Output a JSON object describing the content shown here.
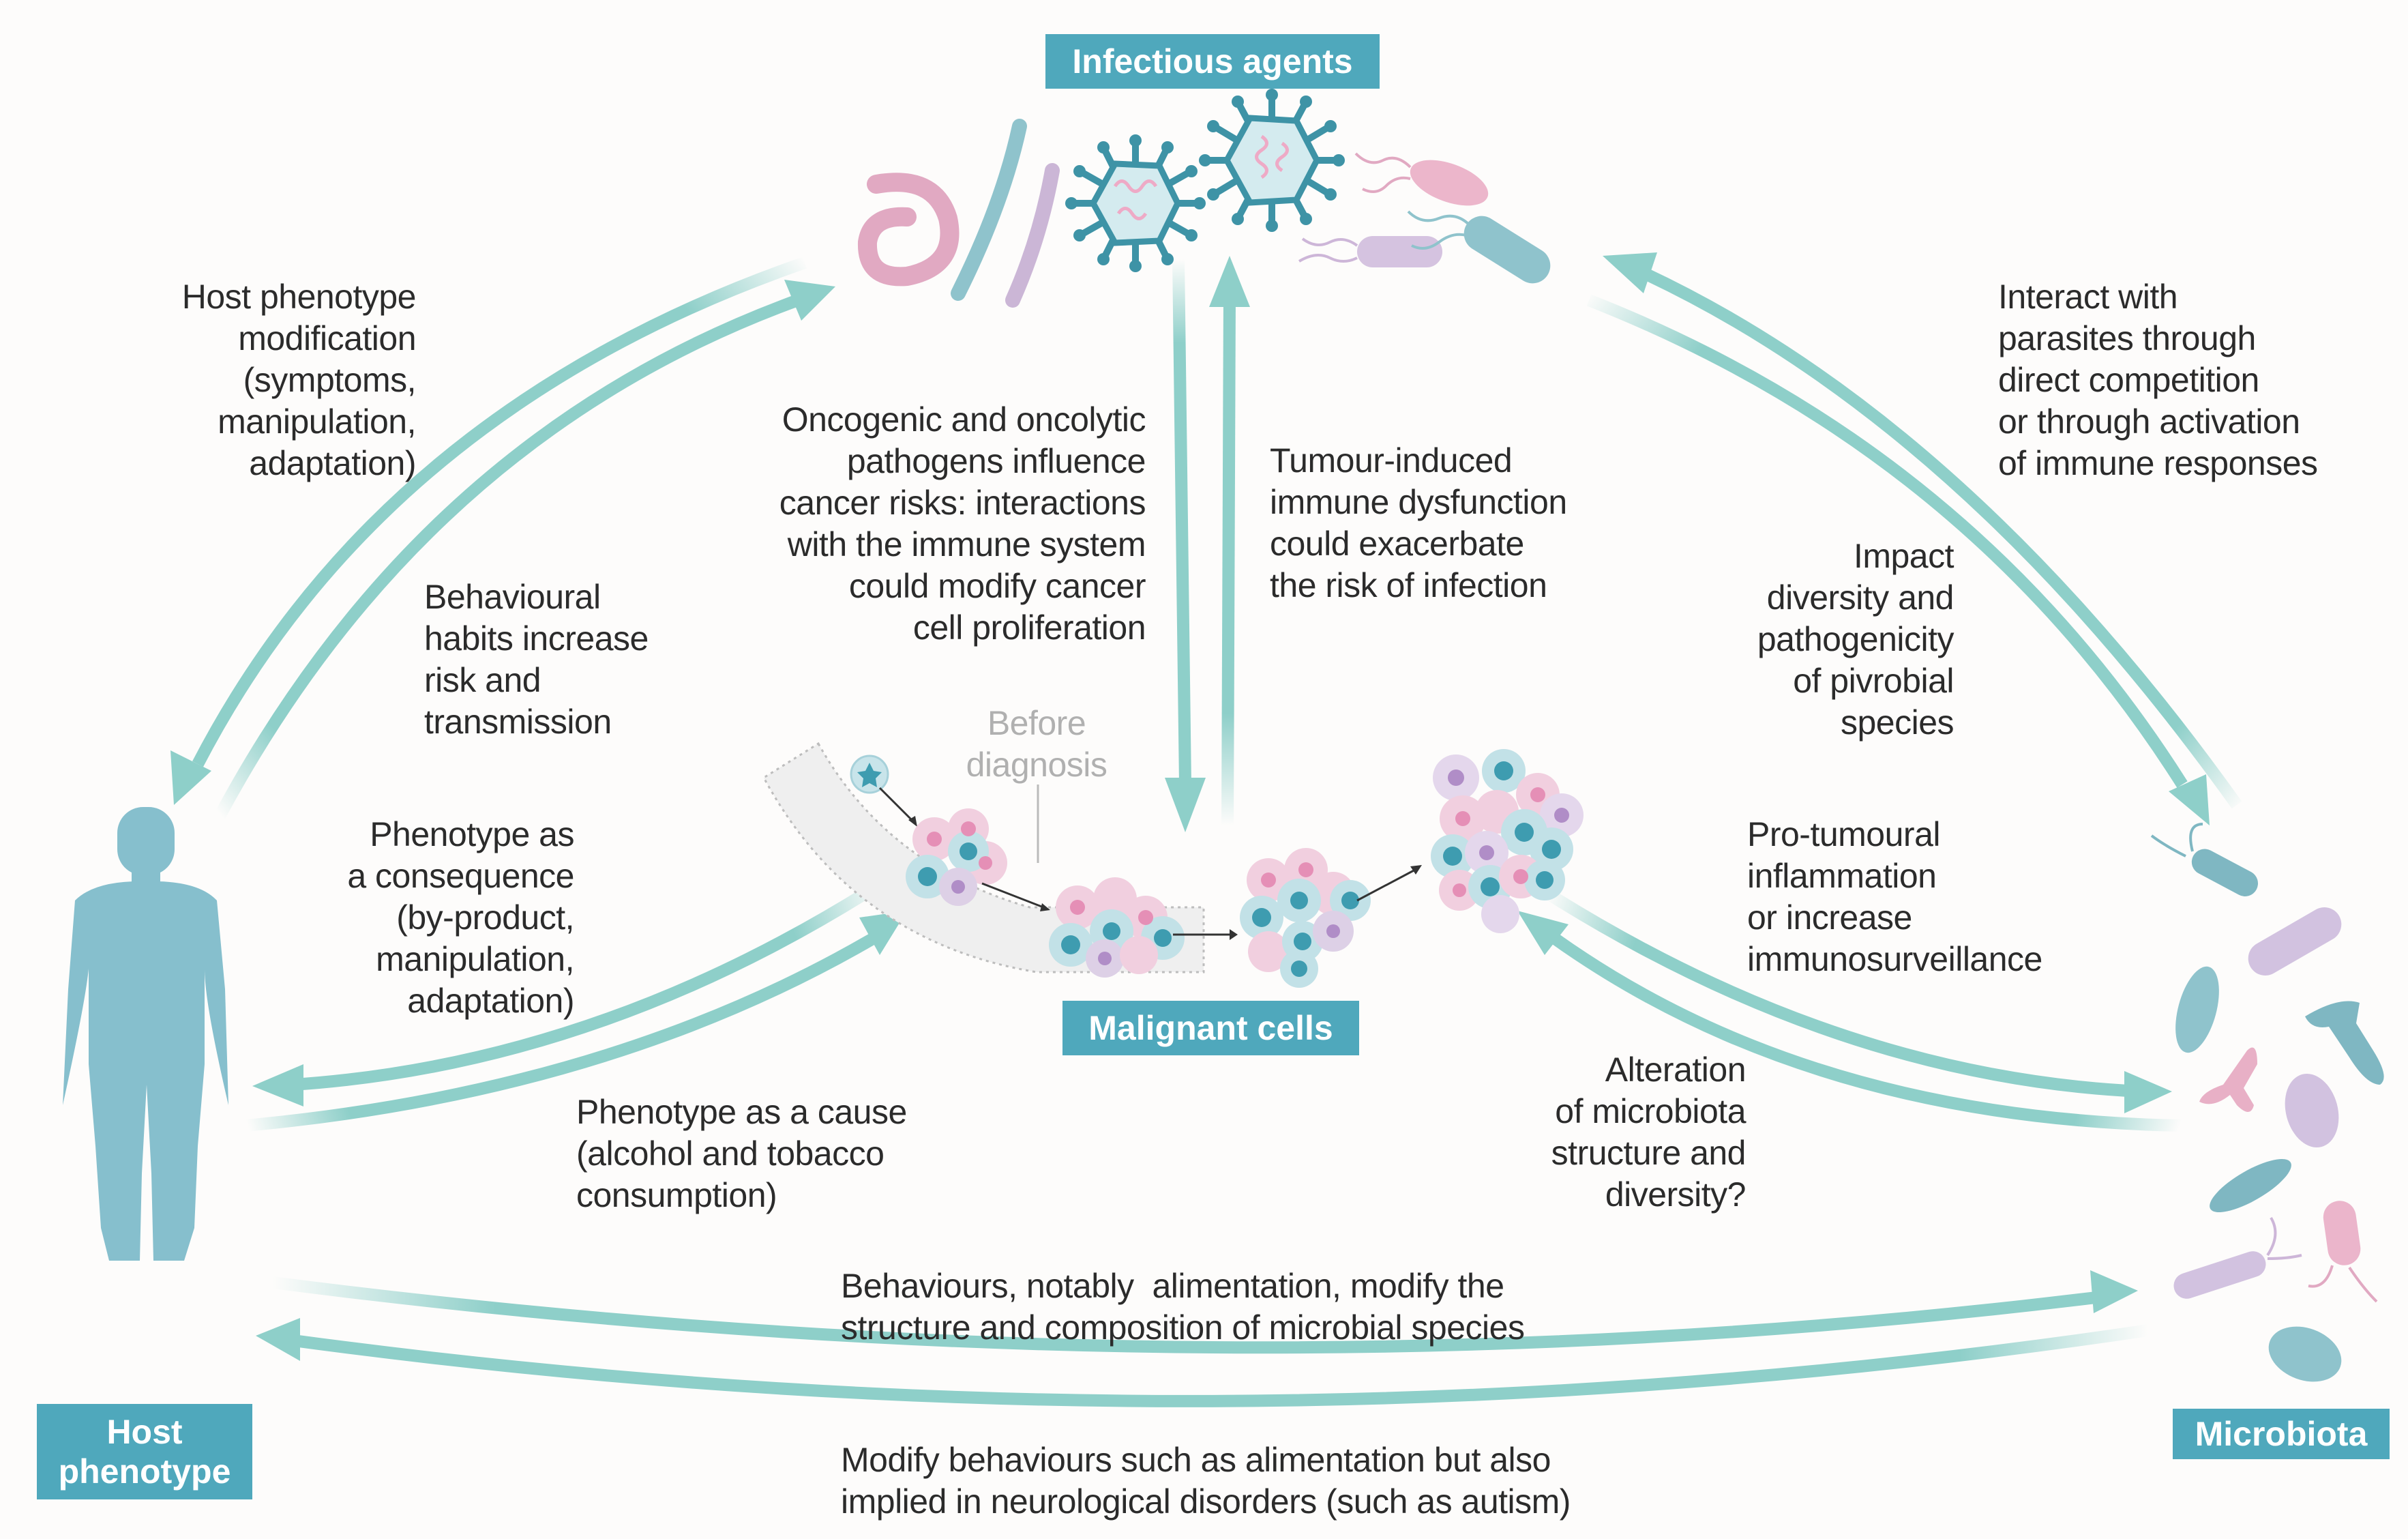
{
  "nodes": {
    "infectious_agents": "Infectious agents",
    "malignant_cells": "Malignant cells",
    "host_phenotype": "Host\nphenotype",
    "microbiota": "Microbiota"
  },
  "annotations": {
    "host_phenotype_modification": "Host phenotype\nmodification\n(symptoms,\nmanipulation,\nadaptation)",
    "behavioural_habits": "Behavioural\nhabits increase\nrisk and\ntransmission",
    "oncogenic_pathogens": "Oncogenic and oncolytic\npathogens influence\ncancer risks: interactions\nwith the immune system\ncould modify cancer\ncell proliferation",
    "tumour_induced": "Tumour-induced\nimmune dysfunction\ncould exacerbate\nthe risk of infection",
    "interact_with_parasites": "Interact with\nparasites through\ndirect competition\nor through activation\nof immune responses",
    "impact_diversity": "Impact\ndiversity and\npathogenicity\nof pivrobial\nspecies",
    "before_diagnosis": "Before\ndiagnosis",
    "phenotype_consequence": "Phenotype as\na consequence\n(by-product,\nmanipulation,\nadaptation)",
    "phenotype_cause": "Phenotype as a cause\n(alcohol and tobacco\nconsumption)",
    "pro_tumoural": "Pro-tumoural\ninflammation\nor increase\nimmunosurveillance",
    "alteration_microbiota": "Alteration\nof microbiota\nstructure and\ndiversity?",
    "behaviours_alimentation": "Behaviours, notably  alimentation, modify the\nstructure and composition of microbial species",
    "modify_behaviours": "Modify behaviours such as alimentation but also\nimplied in neurological disorders (such as autism)"
  },
  "colors": {
    "label_bg": "#4fa8bc",
    "arrow": "#8ecfc9",
    "teal_cell": "#8fc4cf",
    "pink_cell": "#e8b4c8",
    "lilac_cell": "#cdb8d8",
    "virus_outline": "#3e93a6"
  }
}
